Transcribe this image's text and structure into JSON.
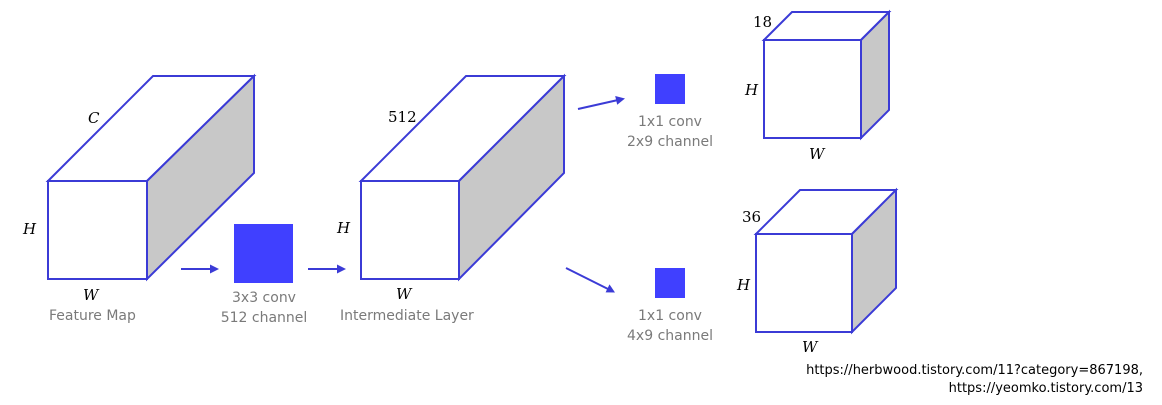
{
  "feature_map": {
    "depth_label": "C",
    "height_label": "H",
    "width_label": "W",
    "caption": "Feature Map"
  },
  "conv3": {
    "caption_line1": "3x3 conv",
    "caption_line2": "512 channel"
  },
  "intermediate": {
    "depth_label": "512",
    "height_label": "H",
    "width_label": "W",
    "caption": "Intermediate Layer"
  },
  "cls_branch": {
    "caption_line1": "1x1 conv",
    "caption_line2": "2x9 channel",
    "depth_label": "18",
    "height_label": "H",
    "width_label": "W"
  },
  "reg_branch": {
    "caption_line1": "1x1 conv",
    "caption_line2": "4x9 channel",
    "depth_label": "36",
    "height_label": "H",
    "width_label": "W"
  },
  "source": {
    "line1": "https://herbwood.tistory.com/11?category=867198,",
    "line2": "https://yeomko.tistory.com/13"
  },
  "colors": {
    "outline": "#3b3bd6",
    "kernel": "#4040ff",
    "side_face": "#c8c8c8"
  }
}
